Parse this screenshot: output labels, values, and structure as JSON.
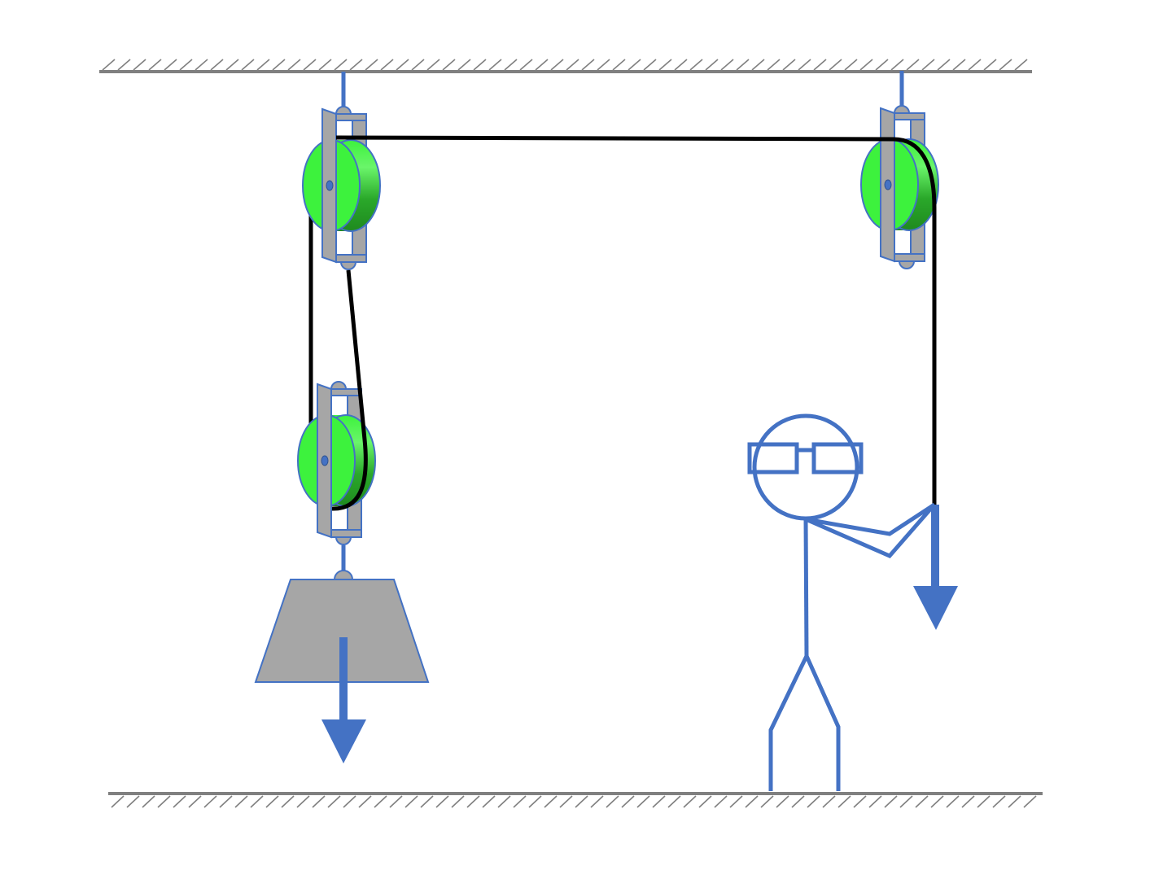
{
  "colors": {
    "background": "#ffffff",
    "support": "#808080",
    "outline": "#4472c4",
    "wheel": "#3df23d",
    "wheel_side": "#2aa82a",
    "frame": "#a6a6a6",
    "rope": "#000000",
    "weight": "#a6a6a6"
  },
  "pulleys": [
    {
      "name": "fixed-pulley-left"
    },
    {
      "name": "fixed-pulley-right"
    },
    {
      "name": "movable-pulley"
    }
  ]
}
